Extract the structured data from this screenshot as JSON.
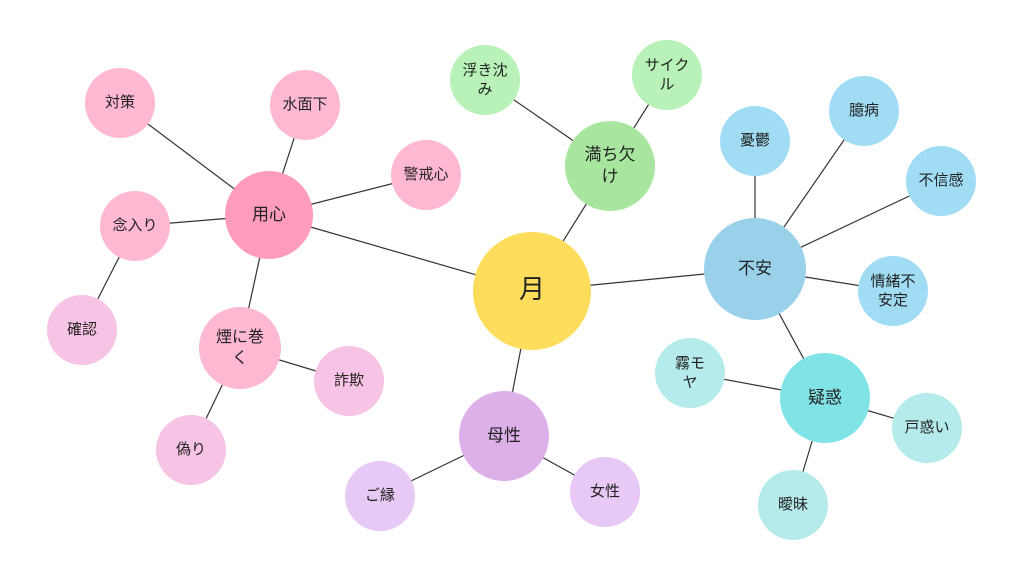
{
  "nodes": [
    {
      "id": "moon",
      "label": "月",
      "color": "#FFDD5C"
    },
    {
      "id": "waxwane",
      "label": "満ち欠け",
      "color": "#A8E6A0"
    },
    {
      "id": "ups",
      "label": "浮き沈み",
      "color": "#B8F2B8"
    },
    {
      "id": "cycle",
      "label": "サイクル",
      "color": "#B8F2B8"
    },
    {
      "id": "caution",
      "label": "用心",
      "color": "#FF9BBD"
    },
    {
      "id": "measure",
      "label": "対策",
      "color": "#FFB8D1"
    },
    {
      "id": "underwater",
      "label": "水面下",
      "color": "#FFB8D1"
    },
    {
      "id": "vigilance",
      "label": "警戒心",
      "color": "#FFB8D1"
    },
    {
      "id": "careful",
      "label": "念入り",
      "color": "#FFB8D1"
    },
    {
      "id": "confirm",
      "label": "確認",
      "color": "#F8C4E6"
    },
    {
      "id": "smoke",
      "label": "煙に巻く",
      "color": "#FFB8D1"
    },
    {
      "id": "fraud",
      "label": "詐欺",
      "color": "#F8C4E6"
    },
    {
      "id": "false",
      "label": "偽り",
      "color": "#F8C4E6"
    },
    {
      "id": "anxiety",
      "label": "不安",
      "color": "#99D1EA"
    },
    {
      "id": "gloom",
      "label": "憂鬱",
      "color": "#A0DDF5"
    },
    {
      "id": "coward",
      "label": "臆病",
      "color": "#A0DDF5"
    },
    {
      "id": "distrust",
      "label": "不信感",
      "color": "#A0DDF5"
    },
    {
      "id": "unstable",
      "label": "情緒不安定",
      "color": "#A0DDF5"
    },
    {
      "id": "doubt",
      "label": "疑惑",
      "color": "#80E3E6"
    },
    {
      "id": "fog",
      "label": "霧モヤ",
      "color": "#B5EBEB"
    },
    {
      "id": "confusion",
      "label": "戸惑い",
      "color": "#B5EBEB"
    },
    {
      "id": "vague",
      "label": "曖昧",
      "color": "#B5EBEB"
    },
    {
      "id": "mother",
      "label": "母性",
      "color": "#DDB0EA"
    },
    {
      "id": "fate",
      "label": "ご縁",
      "color": "#E8C8F4"
    },
    {
      "id": "woman",
      "label": "女性",
      "color": "#E8C8F4"
    }
  ],
  "edges": [
    [
      "moon",
      "waxwane"
    ],
    [
      "waxwane",
      "ups"
    ],
    [
      "waxwane",
      "cycle"
    ],
    [
      "moon",
      "caution"
    ],
    [
      "caution",
      "measure"
    ],
    [
      "caution",
      "underwater"
    ],
    [
      "caution",
      "vigilance"
    ],
    [
      "caution",
      "careful"
    ],
    [
      "careful",
      "confirm"
    ],
    [
      "caution",
      "smoke"
    ],
    [
      "smoke",
      "fraud"
    ],
    [
      "smoke",
      "false"
    ],
    [
      "moon",
      "anxiety"
    ],
    [
      "anxiety",
      "gloom"
    ],
    [
      "anxiety",
      "coward"
    ],
    [
      "anxiety",
      "distrust"
    ],
    [
      "anxiety",
      "unstable"
    ],
    [
      "anxiety",
      "doubt"
    ],
    [
      "doubt",
      "fog"
    ],
    [
      "doubt",
      "confusion"
    ],
    [
      "doubt",
      "vague"
    ],
    [
      "moon",
      "mother"
    ],
    [
      "mother",
      "fate"
    ],
    [
      "mother",
      "woman"
    ]
  ]
}
